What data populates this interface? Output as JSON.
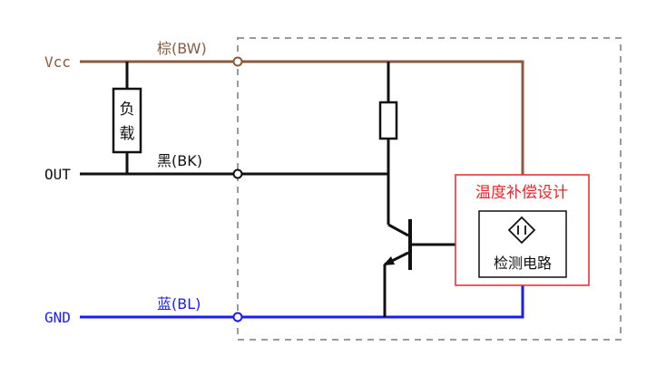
{
  "terminals": {
    "vcc": "Vcc",
    "out": "OUT",
    "gnd": "GND"
  },
  "wires": {
    "brown": "棕(BW)",
    "black": "黑(BK)",
    "blue": "蓝(BL)"
  },
  "load": {
    "line1": "负",
    "line2": "载"
  },
  "compensation_label": "温度补偿设计",
  "detection_label": "检测电路",
  "colors": {
    "brown": "#8b5a3c",
    "blue": "#1a1aff",
    "black": "#111111",
    "red": "#e8262d",
    "dashed": "#9a9a9a"
  }
}
